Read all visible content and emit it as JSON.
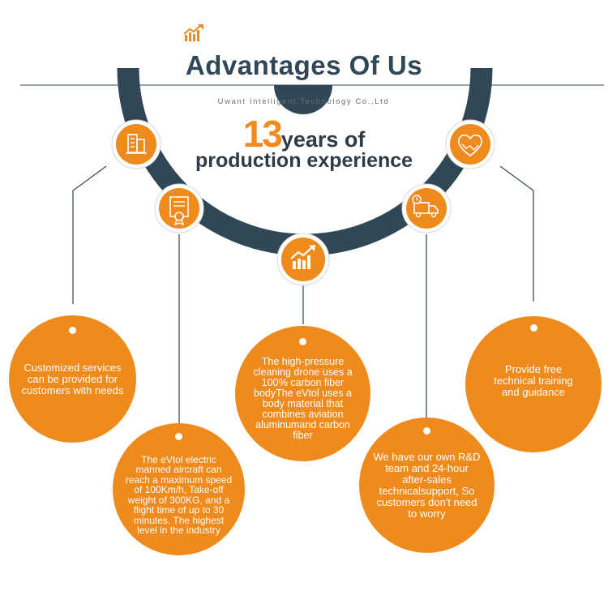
{
  "header": {
    "title": "Advantages Of Us",
    "subtitle": "Uwant Intelligent Technology Co.,Ltd",
    "years_number": "13",
    "years_text": "years of",
    "years_line2": "production experience"
  },
  "colors": {
    "orange": "#ef8a1c",
    "navy": "#2f4756",
    "line": "#2f4756"
  },
  "icons": [
    "chart-up-icon",
    "building-icon",
    "certificate-icon",
    "chart-up-icon",
    "delivery-truck-icon",
    "handshake-heart-icon"
  ],
  "advantages": [
    {
      "text": "Customized services can be provided for customers with needs"
    },
    {
      "text": "The eVtol electric manned aircraft can reach a maximum speed of 100Km/h, Take-off weight of 300KG, and a flight time of up to 30 minutes. The highest level in the industry"
    },
    {
      "text": "The high-pressure cleaning drone uses a 100% carbon fiber bodyThe eVtol uses a body material that combines aviation aluminumand carbon fiber"
    },
    {
      "text": "We have our own R&D team and 24-hour after-sales technicalsupport, So customers don't need to worry"
    },
    {
      "text": "Provide free technical training and guidance"
    }
  ]
}
